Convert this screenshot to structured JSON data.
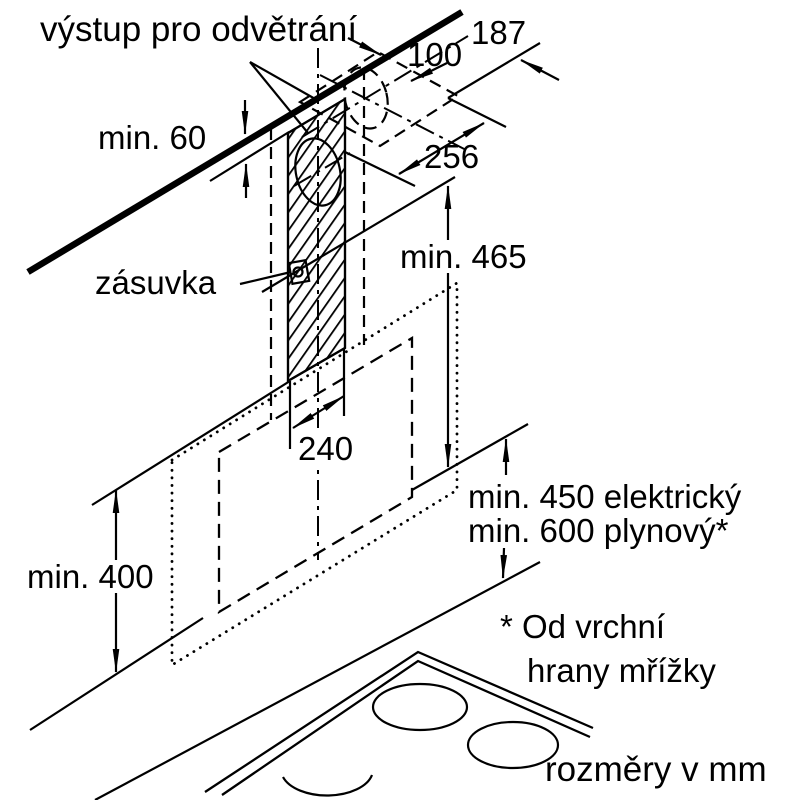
{
  "colors": {
    "line": "#000000",
    "background": "#ffffff"
  },
  "diagram": {
    "labels": {
      "vent_outlet": "výstup pro odvětrání",
      "min_gap_top": "min. 60",
      "dim_187": "187",
      "dim_100": "100",
      "dim_256": "256",
      "min_chimney_height": "min. 465",
      "socket": "zásuvka",
      "dim_240": "240",
      "min_wall_clearance": "min. 400",
      "min_electric": "min. 450 elektrický",
      "min_gas": "min. 600 plynový*",
      "footnote_line1": "* Od vrchní",
      "footnote_line2": "hrany mřížky",
      "units_note": "rozměry v mm"
    }
  }
}
